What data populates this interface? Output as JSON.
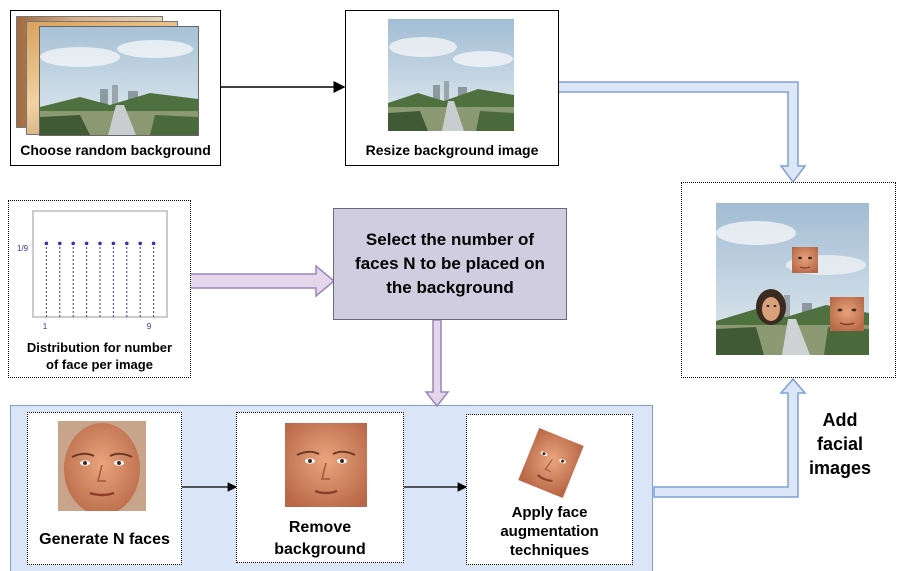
{
  "steps": {
    "choose_background": "Choose random background",
    "resize_background": "Resize background image",
    "select_number": "Select the number of faces N to be placed on the background",
    "distribution_caption": "Distribution for number of face per image",
    "generate_faces": "Generate N faces",
    "remove_background": "Remove background",
    "augmentation": "Apply face augmentation techniques",
    "add_facial_images": "Add facial images"
  },
  "distribution_chart": {
    "y_label": "1/9",
    "x_start": "1",
    "x_end": "9"
  },
  "chart_data": {
    "type": "scatter",
    "x": [
      1,
      2,
      3,
      4,
      5,
      6,
      7,
      8,
      9
    ],
    "y": [
      0.1111,
      0.1111,
      0.1111,
      0.1111,
      0.1111,
      0.1111,
      0.1111,
      0.1111,
      0.1111
    ],
    "xlim": [
      0,
      10
    ],
    "ylim": [
      0,
      0.16
    ],
    "colors": {
      "stems": "#3333aa"
    }
  },
  "colors": {
    "purple_box": "#d0cde0",
    "purple_arrow": "#e6d6ec",
    "blue_panel": "#dae6f7",
    "blue_arrow": "#dbe6f6",
    "arrow_outline": "#7f9fd0"
  }
}
